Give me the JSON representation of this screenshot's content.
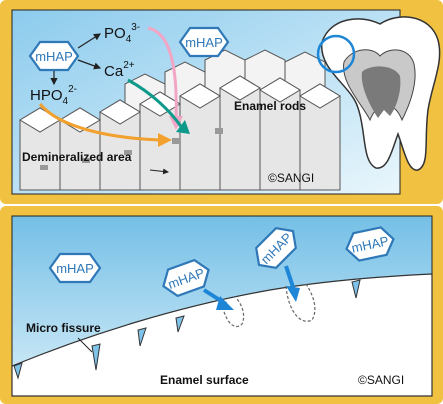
{
  "colors": {
    "frame": "#f1c142",
    "sky": "#74bfe6",
    "sky_light": "#d7eef9",
    "hex_border": "#2f78b8",
    "teal_arrow": "#0e9a8a",
    "pink_arrow": "#f1a6c6",
    "orange_arrow": "#f2a02e",
    "blue_arrow": "#1e86d6"
  },
  "top_panel": {
    "hex_badge_left": "mHAP",
    "hex_badge_right": "mHAP",
    "ion_po4": "PO",
    "ion_po4_sub": "4",
    "ion_po4_sup": "3-",
    "ion_ca": "Ca",
    "ion_ca_sup": "2+",
    "ion_hpo4": "HPO",
    "ion_hpo4_sub": "4",
    "ion_hpo4_sup": "2-",
    "label_rods": "Enamel rods",
    "label_demin": "Demineralized area",
    "copyright": "©SANGI"
  },
  "bottom_panel": {
    "hex_badge_1": "mHAP",
    "hex_badge_2": "mHAP",
    "hex_badge_3": "mHAP",
    "hex_badge_4": "mHAP",
    "label_fissure": "Micro fissure",
    "label_surface": "Enamel surface",
    "copyright": "©SANGI"
  }
}
